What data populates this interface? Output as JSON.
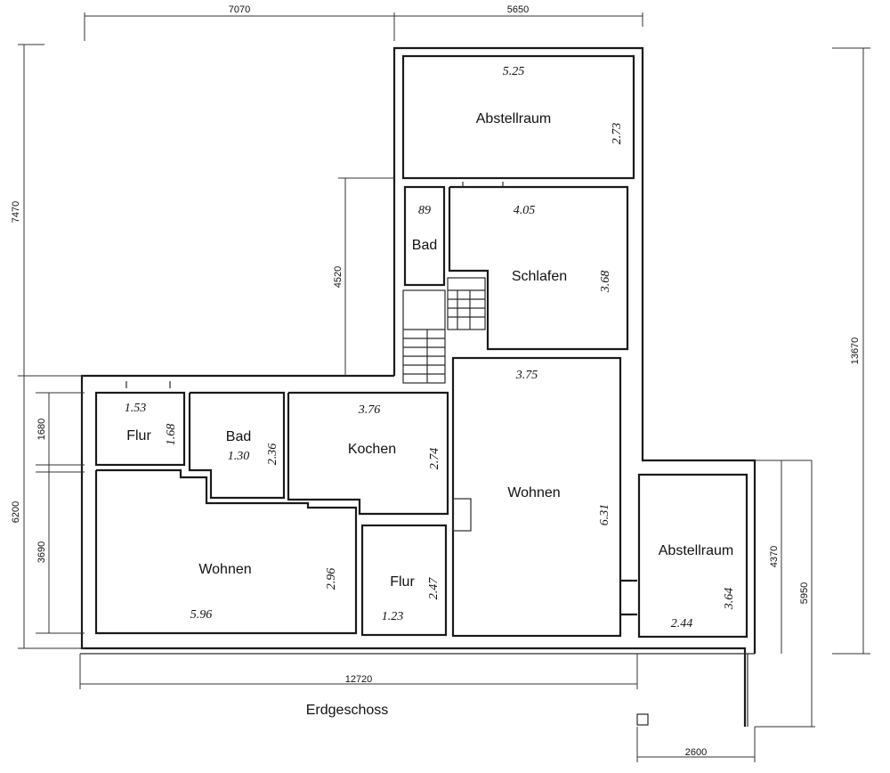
{
  "title": "Erdgeschoss",
  "rooms": [
    {
      "name": "Abstellraum",
      "w": "5.25",
      "h": "2.73"
    },
    {
      "name": "Bad",
      "w": "89",
      "h": ""
    },
    {
      "name": "Schlafen",
      "w": "4.05",
      "h": "3.68"
    },
    {
      "name": "Wohnen",
      "w": "3.75",
      "h": "6.31"
    },
    {
      "name": "Flur",
      "w": "1.53",
      "h": "1.68"
    },
    {
      "name": "Bad",
      "w": "1.30",
      "h": "2.36"
    },
    {
      "name": "Kochen",
      "w": "3.76",
      "h": "2.74"
    },
    {
      "name": "Wohnen",
      "w": "5.96",
      "h": "2.96"
    },
    {
      "name": "Flur",
      "w": "1.23",
      "h": "2.47"
    },
    {
      "name": "Abstellraum",
      "w": "2.44",
      "h": "3.64"
    }
  ],
  "dimensions": {
    "top_left": "7070",
    "top_right": "5650",
    "left_upper": "7470",
    "left_mid": "4520",
    "left_1680": "1680",
    "left_6200": "6200",
    "left_3690": "3690",
    "right_total": "13670",
    "right_4370": "4370",
    "right_5950": "5950",
    "bottom": "12720",
    "bottom_small": "2600"
  }
}
